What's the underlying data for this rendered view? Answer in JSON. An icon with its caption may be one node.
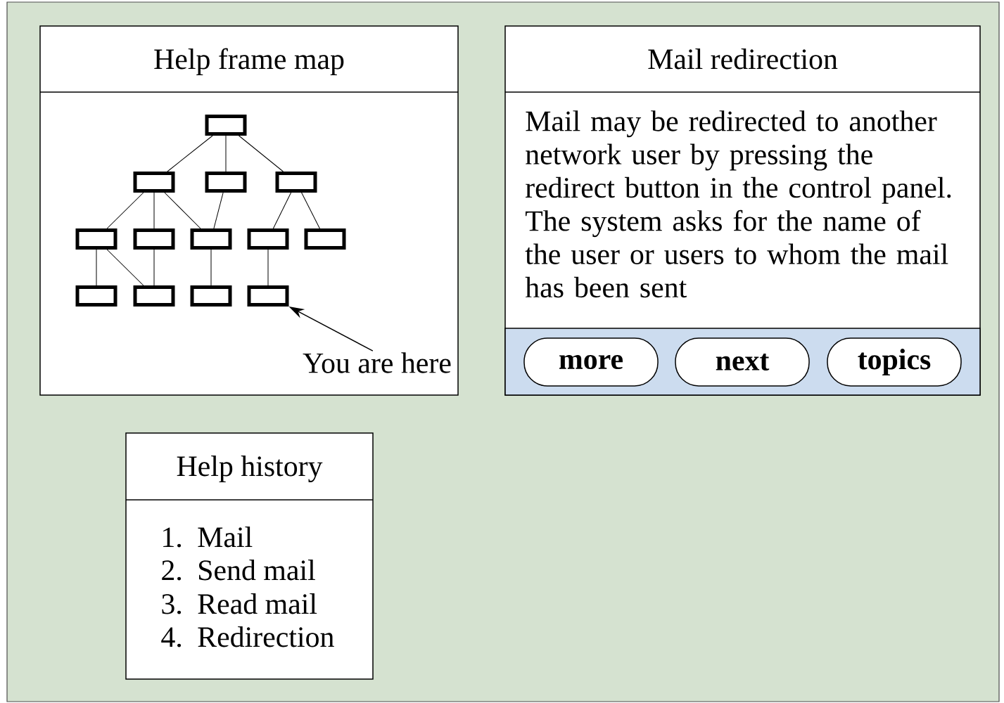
{
  "diagram": {
    "nodes": [
      {
        "text": [
          "Help frame map"
        ]
      },
      {
        "text": [],
        "shape": "box",
        "in": 0
      },
      {
        "text": [],
        "shape": "box",
        "in": 0
      },
      {
        "text": [],
        "shape": "box",
        "in": 0
      },
      {
        "text": [],
        "shape": "box",
        "in": 0
      },
      {
        "text": [],
        "shape": "box",
        "in": 0
      },
      {
        "text": [],
        "shape": "box",
        "in": 0
      },
      {
        "text": [],
        "shape": "box",
        "in": 0
      },
      {
        "text": [],
        "shape": "box",
        "in": 0
      },
      {
        "text": [],
        "shape": "box",
        "in": 0
      },
      {
        "text": [],
        "shape": "box",
        "in": 0
      },
      {
        "text": [],
        "shape": "box",
        "in": 0
      },
      {
        "text": [],
        "shape": "box",
        "in": 0
      },
      {
        "text": [],
        "shape": "box",
        "in": 0
      },
      {
        "text": [
          "You are here"
        ],
        "in": 0
      },
      {
        "text": [
          "Mail redirection",
          "Mail may be redirected to another network user by pressing the redirect button in the control panel. The system asks for the name of the user or users to whom the mail has been sent"
        ]
      },
      {
        "text": [],
        "shape": "bar",
        "in": 15
      },
      {
        "text": [
          "more"
        ],
        "in": 16
      },
      {
        "text": [
          "next"
        ],
        "in": 16
      },
      {
        "text": [
          "topics"
        ],
        "in": 16
      },
      {
        "text": [
          "Help history",
          "1.",
          "Mail",
          "2.",
          "Send mail",
          "3.",
          "Read mail",
          "4.",
          "Redirection"
        ]
      }
    ],
    "edges": [
      {
        "from": 1,
        "to": 2,
        "arrow": "none"
      },
      {
        "from": 1,
        "to": 3,
        "arrow": "none"
      },
      {
        "from": 1,
        "to": 4,
        "arrow": "none"
      },
      {
        "from": 2,
        "to": 5,
        "arrow": "none"
      },
      {
        "from": 2,
        "to": 6,
        "arrow": "none"
      },
      {
        "from": 2,
        "to": 7,
        "arrow": "none"
      },
      {
        "from": 3,
        "to": 7,
        "arrow": "none"
      },
      {
        "from": 4,
        "to": 8,
        "arrow": "none"
      },
      {
        "from": 4,
        "to": 9,
        "arrow": "none"
      },
      {
        "from": 5,
        "to": 10,
        "arrow": "none"
      },
      {
        "from": 5,
        "to": 11,
        "arrow": "none"
      },
      {
        "from": 6,
        "to": 11,
        "arrow": "none"
      },
      {
        "from": 7,
        "to": 12,
        "arrow": "none"
      },
      {
        "from": 8,
        "to": 13,
        "arrow": "none"
      },
      {
        "from": 14,
        "to": 13,
        "arrow": "to"
      }
    ]
  }
}
